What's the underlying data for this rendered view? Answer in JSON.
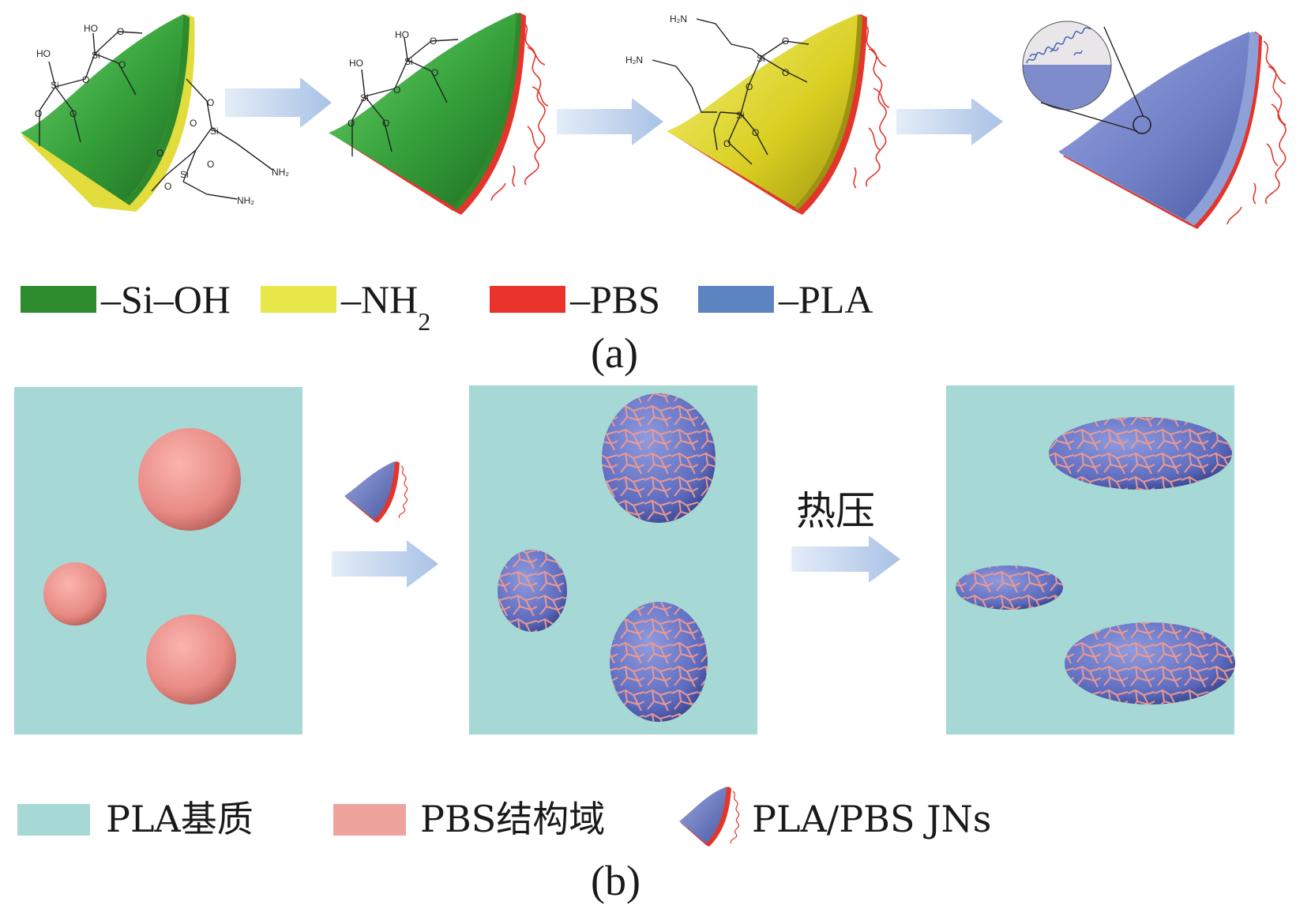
{
  "panel_a": {
    "labels": {
      "ho": "HO",
      "si": "Si",
      "o": "O",
      "nh2": "NH₂",
      "h2n": "H₂N"
    },
    "legend": [
      {
        "swatch_color": "#2e8b2e",
        "text": "–Si–OH"
      },
      {
        "swatch_color": "#e8e84a",
        "text": "–NH",
        "sub": "2"
      },
      {
        "swatch_color": "#e8322b",
        "text": "–PBS"
      },
      {
        "swatch_color": "#5b84c0",
        "text": "–PLA"
      }
    ],
    "caption": "(a)"
  },
  "panel_b": {
    "arrow_label": "热压",
    "legend": [
      {
        "swatch_color": "#a6d9d6",
        "text": "PLA基质"
      },
      {
        "swatch_color": "#eea49c",
        "text": "PBS结构域"
      },
      {
        "icon": "janus-particle-icon",
        "text": "PLA/PBS JNs"
      }
    ],
    "caption": "(b)"
  },
  "colors": {
    "silanol_green": "#3a9a3a",
    "amine_yellow": "#d9d21f",
    "pbs_red": "#e8322b",
    "pla_blue": "#6f7fc6",
    "matrix_cyan": "#a6d9d6",
    "pbs_pink": "#eea49c",
    "arrow_blue": "#b7cdea"
  }
}
